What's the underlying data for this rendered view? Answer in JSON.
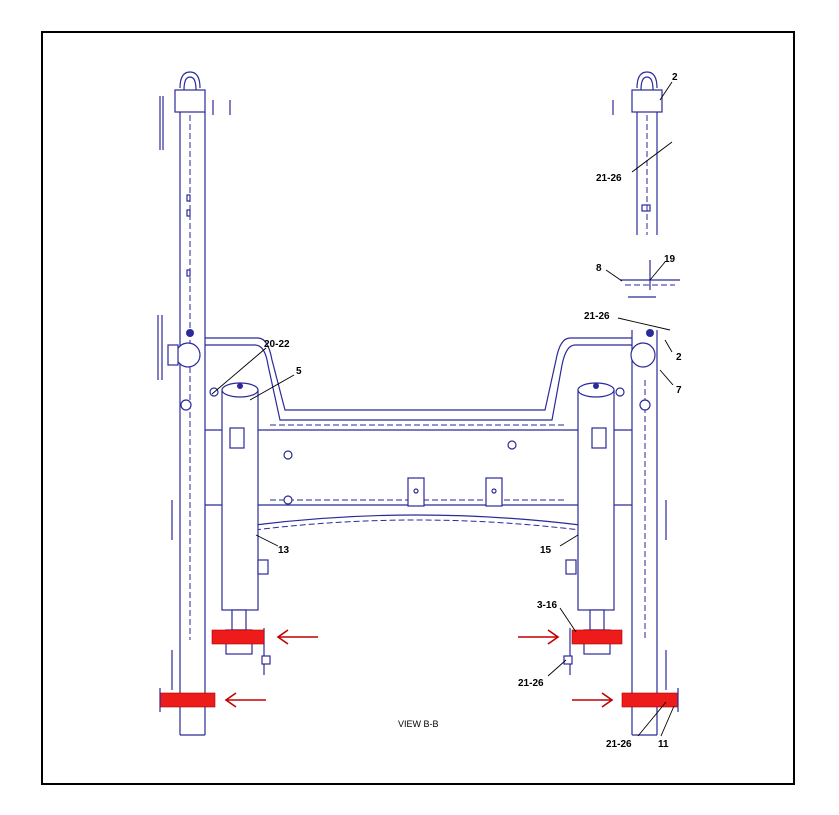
{
  "view_label": "VIEW B-B",
  "callouts": {
    "c_2_top": "2",
    "c_21_26_a": "21-26",
    "c_8": "8",
    "c_19": "19",
    "c_21_26_b": "21-26",
    "c_2_mid": "2",
    "c_7": "7",
    "c_20_22": "20-22",
    "c_5": "5",
    "c_13": "13",
    "c_15": "15",
    "c_3_16": "3-16",
    "c_21_26_c": "21-26",
    "c_21_26_d": "21-26",
    "c_11": "11"
  },
  "colors": {
    "line": "#2a2a9a",
    "highlight": "#ee1b1b",
    "arrow": "#c00000",
    "border": "#000000"
  }
}
